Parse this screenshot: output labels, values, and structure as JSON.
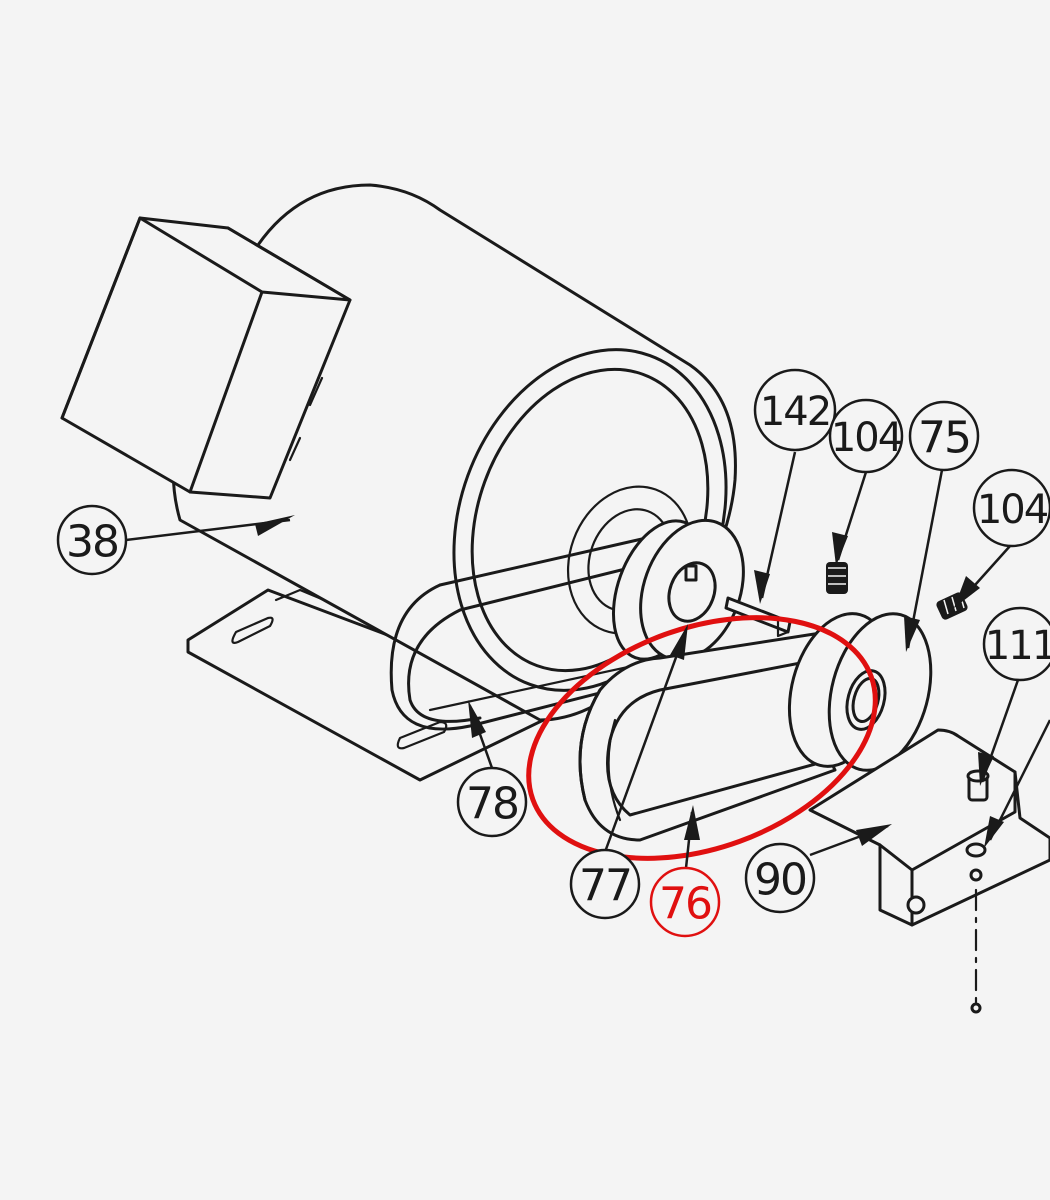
{
  "colors": {
    "background": "#f4f4f4",
    "line": "#1a1a1a",
    "highlight": "#e01010"
  },
  "callouts": {
    "c38": {
      "label": "38"
    },
    "c142": {
      "label": "142"
    },
    "c104a": {
      "label": "104"
    },
    "c75": {
      "label": "75"
    },
    "c104b": {
      "label": "104"
    },
    "c111": {
      "label": "111"
    },
    "c78": {
      "label": "78"
    },
    "c77": {
      "label": "77"
    },
    "c76": {
      "label": "76",
      "highlighted": true
    },
    "c90": {
      "label": "90"
    }
  }
}
